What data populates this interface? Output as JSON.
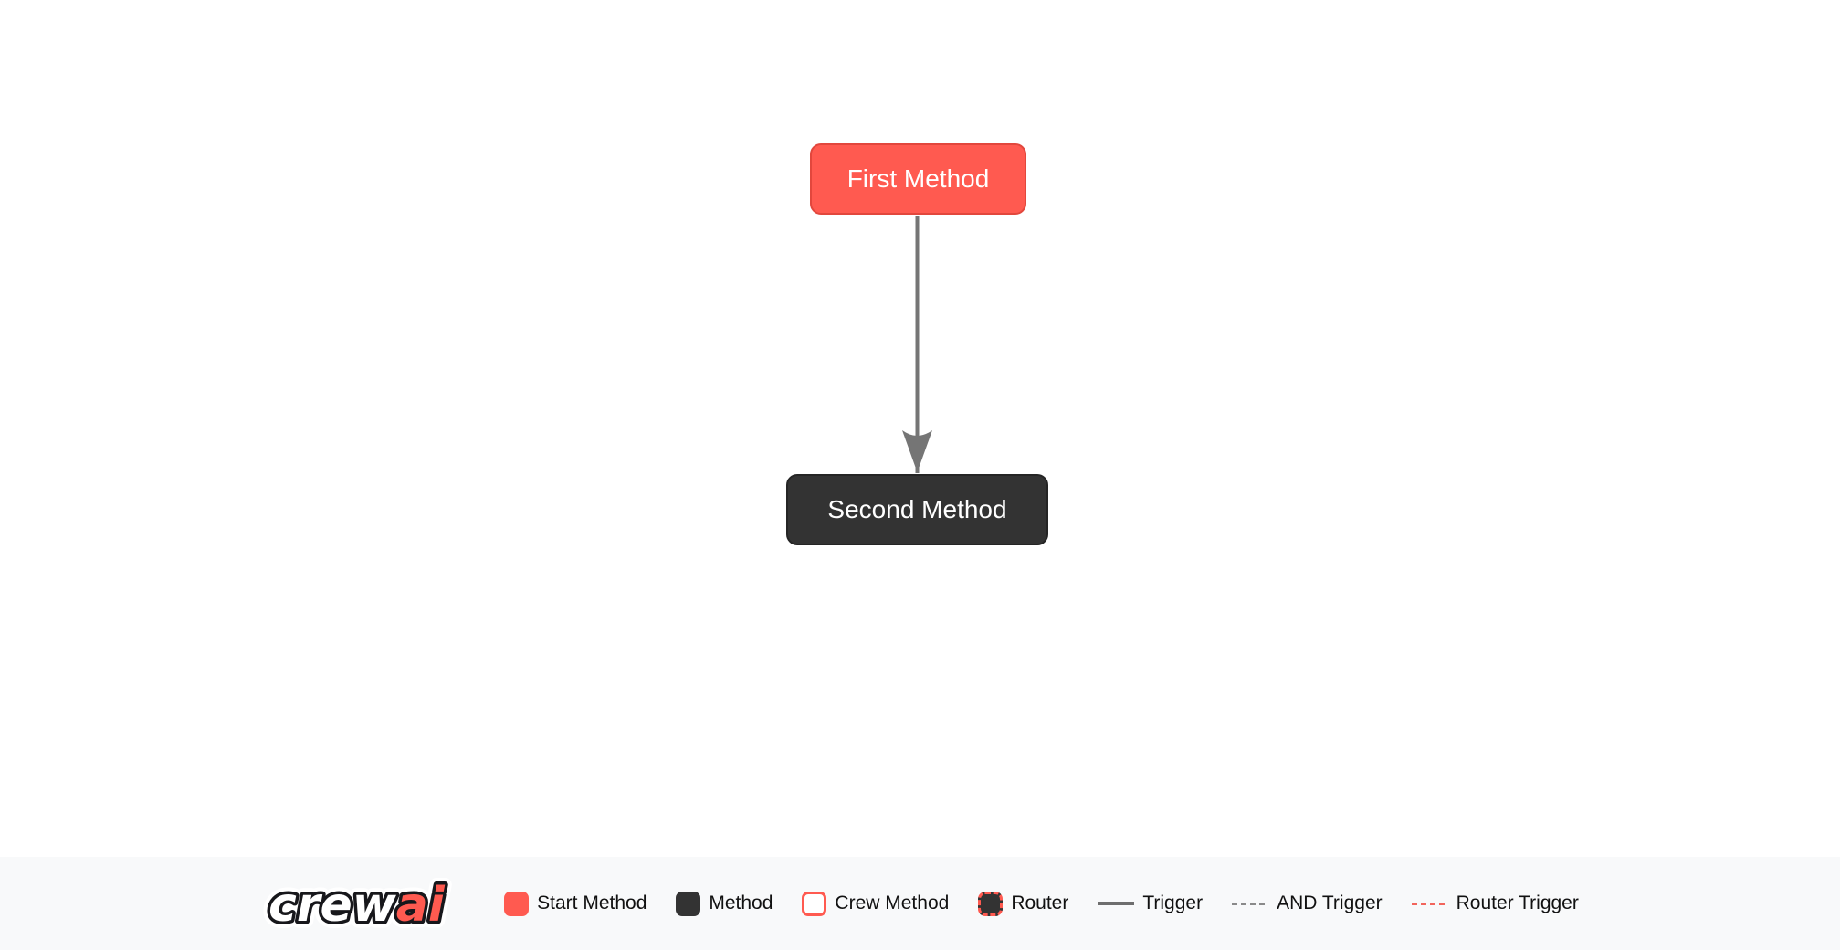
{
  "graph": {
    "nodes": [
      {
        "label": "First Method",
        "type": "start-method"
      },
      {
        "label": "Second Method",
        "type": "method"
      }
    ],
    "edges": [
      {
        "from": "First Method",
        "to": "Second Method",
        "type": "trigger"
      }
    ]
  },
  "footer": {
    "logo": {
      "part_crew": "crew",
      "part_ai": "ai"
    },
    "legend": [
      {
        "label": "Start Method",
        "swatch": "start-method-box"
      },
      {
        "label": "Method",
        "swatch": "method-box"
      },
      {
        "label": "Crew Method",
        "swatch": "crew-method-box"
      },
      {
        "label": "Router",
        "swatch": "router-box"
      },
      {
        "label": "Trigger",
        "swatch": "trigger-solid-line"
      },
      {
        "label": "AND Trigger",
        "swatch": "and-trigger-dashed-line"
      },
      {
        "label": "Router Trigger",
        "swatch": "router-trigger-red-dashed-line"
      }
    ]
  },
  "colors": {
    "accent_red": "#FF5A50",
    "accent_red_border": "#E2473D",
    "method_dark": "#333333",
    "edge_gray": "#757575",
    "footer_bg": "#F8F9FA",
    "canvas_bg": "#FFFFFF",
    "legend_text": "#111111",
    "node_text": "#FFFFFF"
  }
}
